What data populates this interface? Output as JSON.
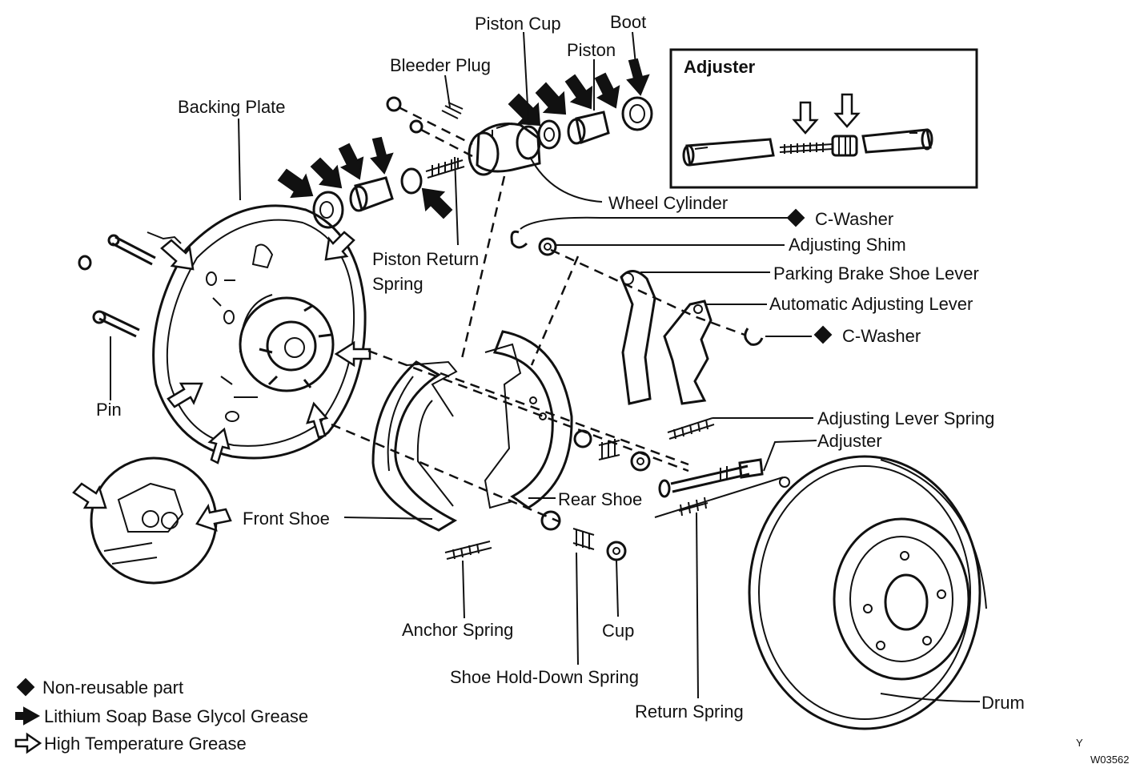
{
  "labels": {
    "piston_cup": "Piston Cup",
    "boot": "Boot",
    "piston": "Piston",
    "bleeder_plug": "Bleeder Plug",
    "backing_plate": "Backing Plate",
    "adjuster_title": "Adjuster",
    "wheel_cylinder": "Wheel Cylinder",
    "c_washer_1": "C-Washer",
    "adjusting_shim": "Adjusting Shim",
    "piston_return_1": "Piston Return",
    "piston_return_2": "Spring",
    "parking_brake_shoe_lever": "Parking Brake Shoe Lever",
    "automatic_adjusting_lever": "Automatic Adjusting Lever",
    "c_washer_2": "C-Washer",
    "pin": "Pin",
    "adjusting_lever_spring": "Adjusting Lever Spring",
    "adjuster": "Adjuster",
    "rear_shoe": "Rear Shoe",
    "front_shoe": "Front Shoe",
    "anchor_spring": "Anchor Spring",
    "cup": "Cup",
    "shoe_hold_down_spring": "Shoe Hold-Down Spring",
    "return_spring": "Return Spring",
    "drum": "Drum"
  },
  "legend": {
    "non_reusable": "Non-reusable part",
    "lithium_grease": "Lithium Soap Base Glycol Grease",
    "high_temp_grease": "High Temperature Grease"
  },
  "figure_code": {
    "letter": "Y",
    "number": "W03562"
  }
}
